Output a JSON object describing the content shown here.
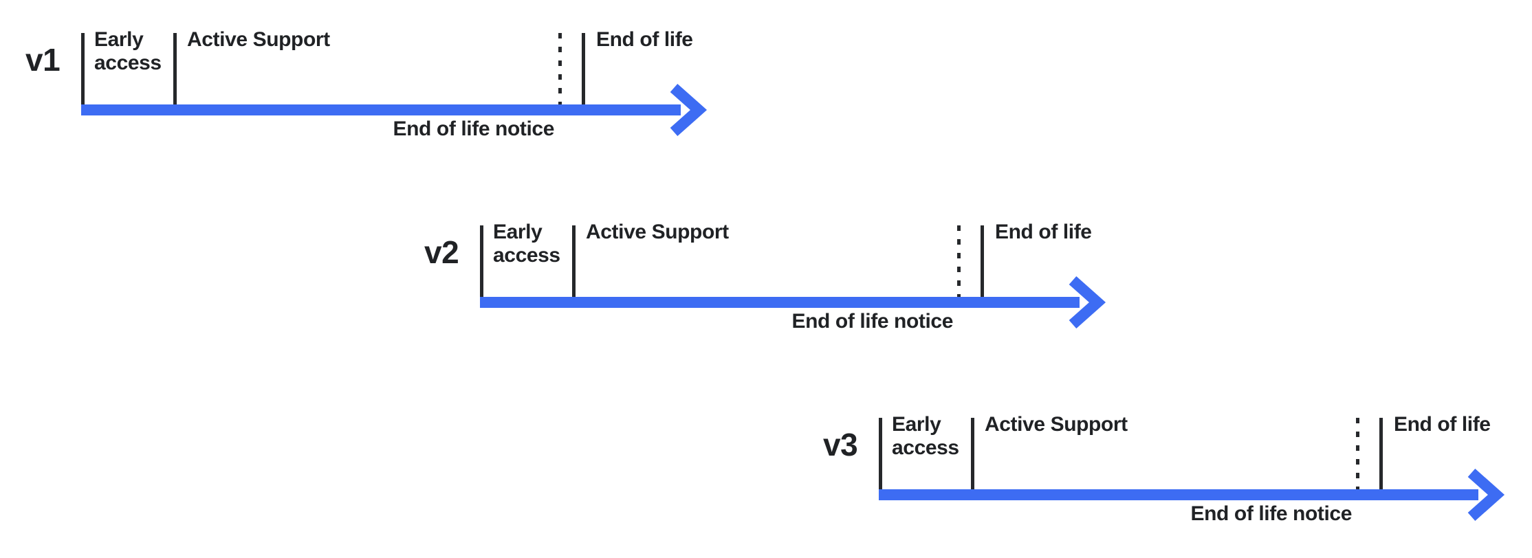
{
  "colors": {
    "arrow_blue": "#3d6cf3",
    "ink": "#202225",
    "background": "#ffffff"
  },
  "timelines": [
    {
      "version": "v1",
      "early_access_line1": "Early",
      "early_access_line2": "access",
      "active_support": "Active Support",
      "end_of_life": "End of life",
      "end_of_life_notice": "End of life notice"
    },
    {
      "version": "v2",
      "early_access_line1": "Early",
      "early_access_line2": "access",
      "active_support": "Active Support",
      "end_of_life": "End of life",
      "end_of_life_notice": "End of life notice"
    },
    {
      "version": "v3",
      "early_access_line1": "Early",
      "early_access_line2": "access",
      "active_support": "Active Support",
      "end_of_life": "End of life",
      "end_of_life_notice": "End of life notice"
    }
  ]
}
